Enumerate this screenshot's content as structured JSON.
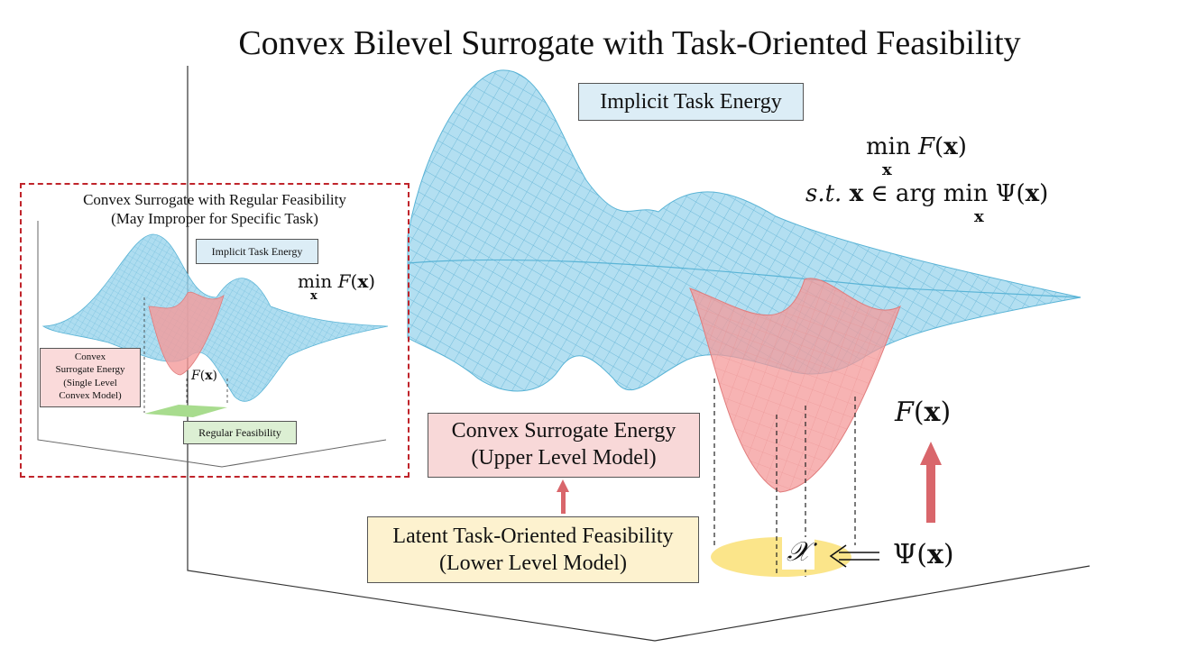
{
  "title": "Convex Bilevel Surrogate with Task-Oriented Feasibility",
  "main": {
    "implicit_label": "Implicit Task Energy",
    "objective_line1": "min F(x)",
    "objective_sub": "x",
    "constraint_line": "s.t. x ∈ arg min Ψ(x)",
    "constraint_sub": "x",
    "fx_label": "F(x)",
    "psi_label": "Ψ(x)",
    "feasible_set_symbol": "𝒳",
    "surrogate_line1": "Convex Surrogate Energy",
    "surrogate_line2": "(Upper Level Model)",
    "feasible_line1": "Latent Task-Oriented Feasibility",
    "feasible_line2": "(Lower Level Model)"
  },
  "inset": {
    "title_line1": "Convex Surrogate with Regular Feasibility",
    "title_line2": "(May Improper for Specific Task)",
    "implicit_label": "Implicit Task Energy",
    "objective": "min F(x)",
    "objective_sub": "x",
    "fx_label": "F(x)",
    "surrogate_lines": [
      "Convex",
      "Surrogate Energy",
      "(Single Level",
      "Convex Model)"
    ],
    "regular_label": "Regular Feasibility"
  },
  "colors": {
    "energy_surface": "#8fd0ea",
    "energy_mesh": "#5ab4d6",
    "surrogate_surface": "#f4a0a0",
    "arrow": "#d9666b",
    "feasible_disc": "#fbe58a",
    "inset_border": "#c0242b",
    "regular_plane": "#a8dc8e"
  }
}
